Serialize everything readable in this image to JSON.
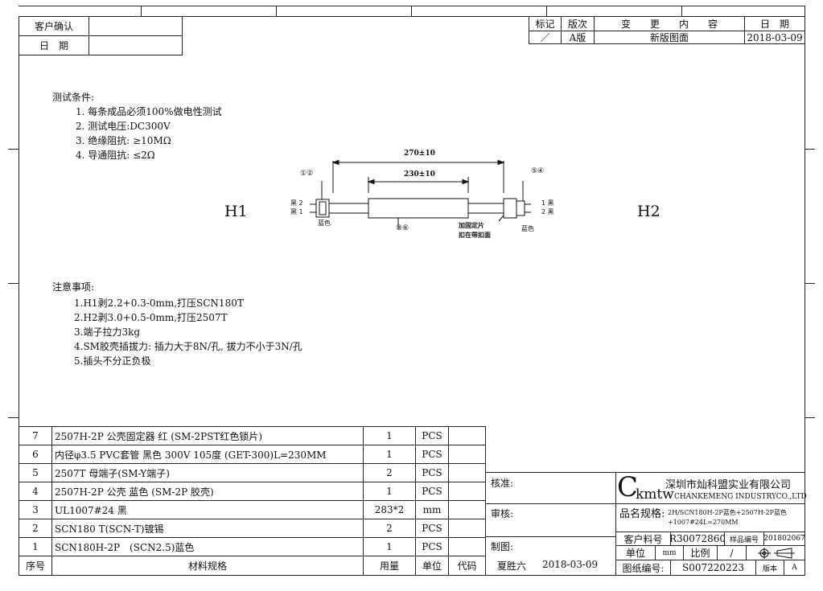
{
  "customer_confirm": {
    "label": "客户确认",
    "date_label": "日　期"
  },
  "revision": {
    "headers": [
      "标记",
      "版次",
      "变　　更　　内　　容",
      "日　期"
    ],
    "row": [
      "／",
      "A版",
      "新版图面",
      "2018-03-09"
    ]
  },
  "test_conditions": {
    "title": "测试条件:",
    "items": [
      "1. 每条成品必须100%做电性测试",
      "2. 测试电压:DC300V",
      "3. 绝缘阻抗: ≥10MΩ",
      "4. 导通阻抗: ≤2Ω"
    ]
  },
  "drawing": {
    "h1": "H1",
    "h2": "H2",
    "dim_outer": "270±10",
    "dim_inner": "230±10",
    "callout_left": "①②",
    "callout_right": "⑤④",
    "callout_mid": "③⑥",
    "wire_left_1": "黑 2",
    "wire_left_2": "黑 1",
    "wire_right_1": "1 黑",
    "wire_right_2": "2 黑",
    "color_left": "蓝色",
    "color_right": "蓝色",
    "note_fix_1": "加固定片",
    "note_fix_2": "扣在带扣面"
  },
  "notes": {
    "title": "注意事项:",
    "items": [
      "1.H1剥2.2+0.3-0mm,打压SCN180T",
      "2.H2剥3.0+0.5-0mm,打压2507T",
      "3.端子拉力3kg",
      "4.SM胶壳插拔力: 插力大于8N/孔, 拔力不小于3N/孔",
      "5.插头不分正负极"
    ]
  },
  "bom": {
    "rows": [
      {
        "no": "7",
        "spec": "2507H-2P 公壳固定器 红 (SM-2PST红色锁片)",
        "qty": "1",
        "unit": "PCS"
      },
      {
        "no": "6",
        "spec": "内径φ3.5 PVC套管 黑色 300V 105度 (GET-300)L=230MM",
        "qty": "1",
        "unit": "PCS"
      },
      {
        "no": "5",
        "spec": "2507T 母端子(SM-Y端子)",
        "qty": "2",
        "unit": "PCS"
      },
      {
        "no": "4",
        "spec": "2507H-2P 公壳 蓝色 (SM-2P 胶壳)",
        "qty": "1",
        "unit": "PCS"
      },
      {
        "no": "3",
        "spec": "UL1007#24 黑",
        "qty": "283*2",
        "unit": "mm"
      },
      {
        "no": "2",
        "spec": "SCN180 T(SCN-T)镀锡",
        "qty": "2",
        "unit": "PCS"
      },
      {
        "no": "1",
        "spec": "SCN180H-2P　(SCN2.5)蓝色",
        "qty": "1",
        "unit": "PCS"
      }
    ],
    "header": {
      "no": "序号",
      "spec": "材料规格",
      "qty": "用量",
      "unit": "单位",
      "code": "代码"
    }
  },
  "approval": {
    "approve": "核准:",
    "review": "审核:",
    "make": "制图:",
    "maker": "夏胜六",
    "make_date": "2018-03-09"
  },
  "title_block": {
    "logo_c": "C",
    "logo_rest": "kmtw",
    "company_cn": "深圳市灿科盟实业有限公司",
    "company_en": "CHANKEMENG INDUSTRYCO.,LTD",
    "spec_label": "品名规格:",
    "spec_line1": "2H/SCN180H-2P蓝色+2507H-2P蓝色",
    "spec_line2": "+1007#24L=270MM",
    "part_label": "客户料号",
    "part_value": "R30072860",
    "sample_label": "样品编号",
    "sample_value": "201802067",
    "unit_label": "单位",
    "unit_value": "mm",
    "scale_label": "比例",
    "scale_value": "/",
    "drawing_no_label": "图纸编号:",
    "drawing_no_value": "S007220223",
    "version_label": "版本",
    "version_value": "A"
  }
}
